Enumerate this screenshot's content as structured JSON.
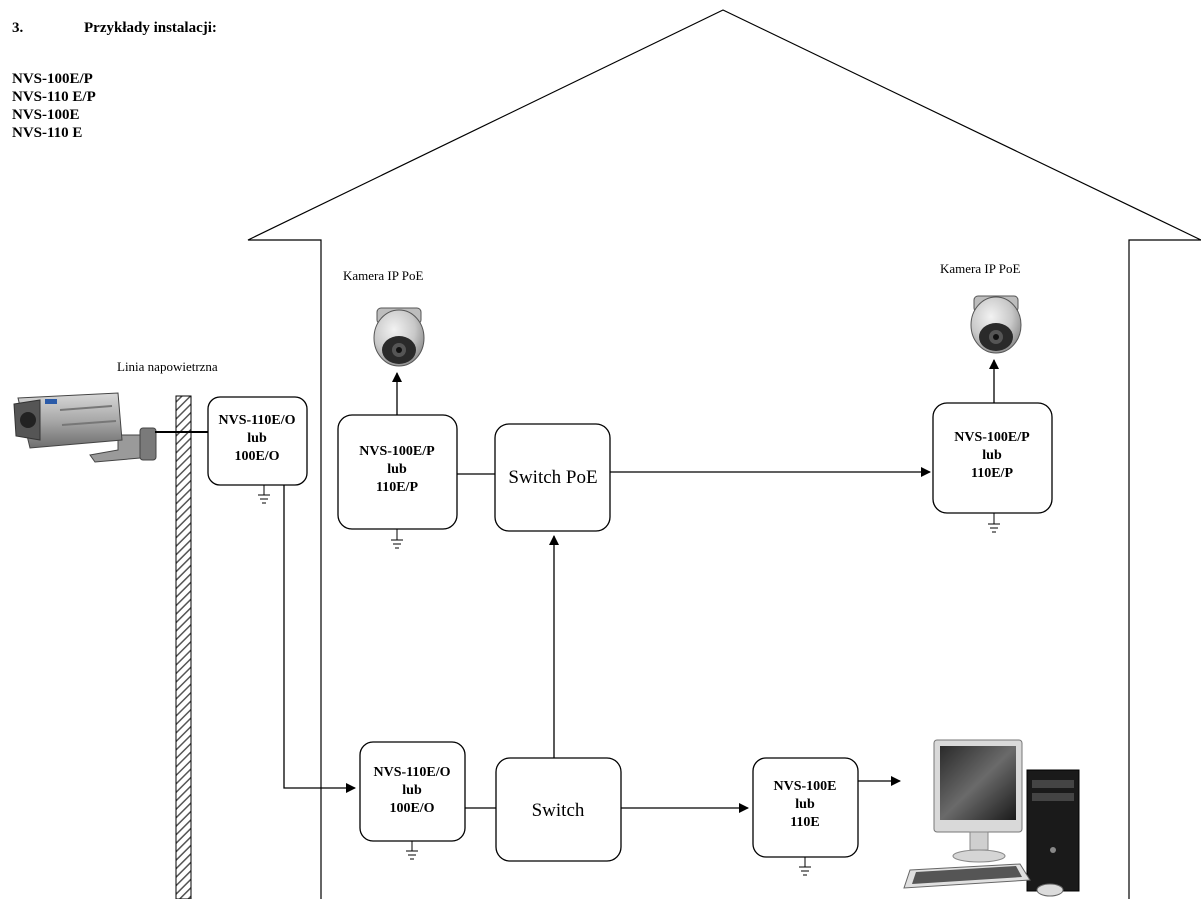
{
  "heading": {
    "number": "3.",
    "title": "Przykłady instalacji:"
  },
  "models": [
    "NVS-100E/P",
    "NVS-110 E/P",
    "NVS-100E",
    "NVS-110 E"
  ],
  "captions": {
    "camera_left": "Kamera IP PoE",
    "camera_right": "Kamera IP PoE",
    "overhead_line": "Linia napowietrzna"
  },
  "nodes": {
    "outdoor_converter": [
      "NVS-110E/O",
      "lub",
      "100E/O"
    ],
    "poe_injector_left": [
      "NVS-100E/P",
      "lub",
      "110E/P"
    ],
    "switch_poe": "Switch PoE",
    "poe_injector_right": [
      "NVS-100E/P",
      "lub",
      "110E/P"
    ],
    "indoor_converter": [
      "NVS-110E/O",
      "lub",
      "100E/O"
    ],
    "switch": "Switch",
    "pc_converter": [
      "NVS-100E",
      "lub",
      "110E"
    ]
  }
}
